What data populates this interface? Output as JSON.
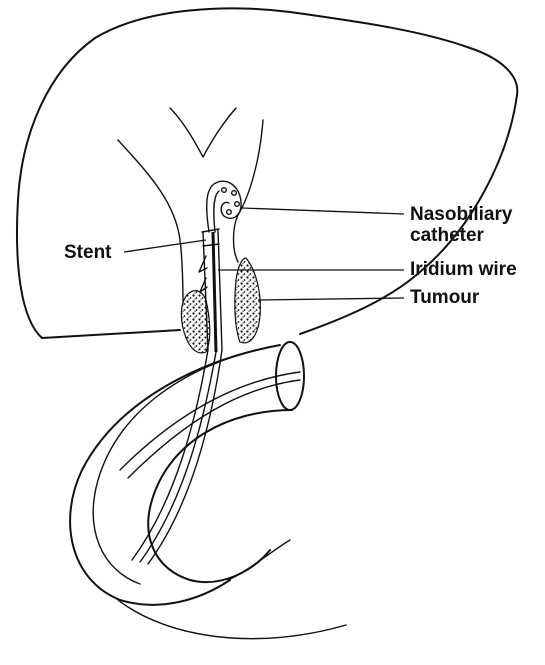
{
  "labels": {
    "nasobiliary_catheter": "Nasobiliary\ncatheter",
    "iridium_wire": "Iridium wire",
    "tumour": "Tumour",
    "stent": "Stent"
  },
  "colors": {
    "ink": "#111111",
    "background": "#ffffff"
  }
}
